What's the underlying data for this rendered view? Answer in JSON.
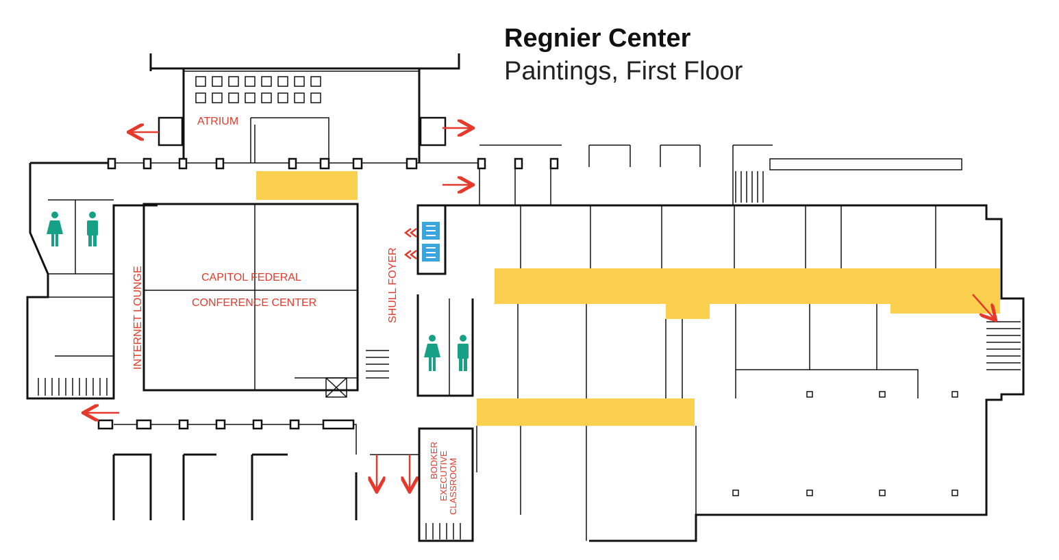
{
  "title": "Regnier Center",
  "subtitle": "Paintings, First Floor",
  "rooms": {
    "atrium": "ATRIUM",
    "capitol_federal_line1": "CAPITOL  FEDERAL",
    "capitol_federal_line2": "CONFERENCE  CENTER",
    "internet_lounge": "INTERNET LOUNGE",
    "shull_foyer": "SHULL FOYER",
    "bodker_line1": "BODKER",
    "bodker_line2": "EXECUTIVE",
    "bodker_line3": "CLASSROOM"
  },
  "colors": {
    "highlight": "#FCD04F",
    "label": "#E5392B",
    "restroom": "#16A085",
    "elevator": "#3BA5E0",
    "wall": "#111111"
  },
  "icons": [
    "women-restroom-icon",
    "men-restroom-icon",
    "elevator-icon",
    "exit-arrow-icon"
  ]
}
